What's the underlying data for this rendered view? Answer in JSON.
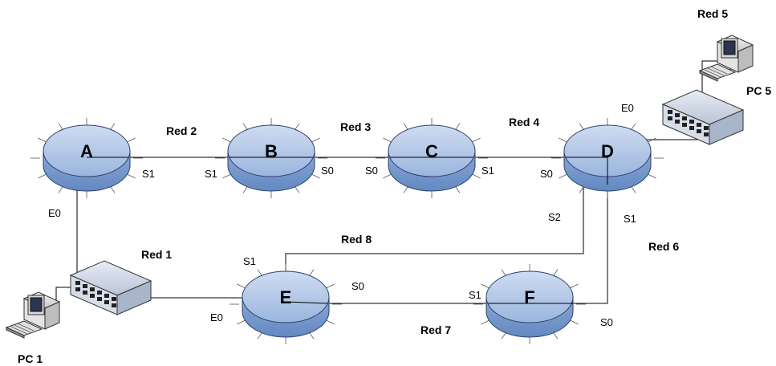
{
  "routers": [
    {
      "id": "A",
      "name": "A"
    },
    {
      "id": "B",
      "name": "B"
    },
    {
      "id": "C",
      "name": "C"
    },
    {
      "id": "D",
      "name": "D"
    },
    {
      "id": "E",
      "name": "E"
    },
    {
      "id": "F",
      "name": "F"
    }
  ],
  "networks": {
    "red1": "Red 1",
    "red2": "Red 2",
    "red3": "Red 3",
    "red4": "Red 4",
    "red5": "Red 5",
    "red6": "Red 6",
    "red7": "Red 7",
    "red8": "Red 8"
  },
  "pcs": {
    "pc1": "PC 1",
    "pc5": "PC 5"
  },
  "interfaces": {
    "a_e0": "E0",
    "a_s1": "S1",
    "b_s1": "S1",
    "b_s0": "S0",
    "c_s0": "S0",
    "c_s1": "S1",
    "d_s0": "S0",
    "d_e0": "E0",
    "d_s2": "S2",
    "d_s1": "S1",
    "e_s1": "S1",
    "e_s0": "S0",
    "e_e0": "E0",
    "f_s1": "S1",
    "f_s0": "S0"
  },
  "colors": {
    "router_top": "#b7cbe8",
    "router_side": "#7d9fd0",
    "router_stroke": "#2a3f66",
    "link": "#000000"
  }
}
